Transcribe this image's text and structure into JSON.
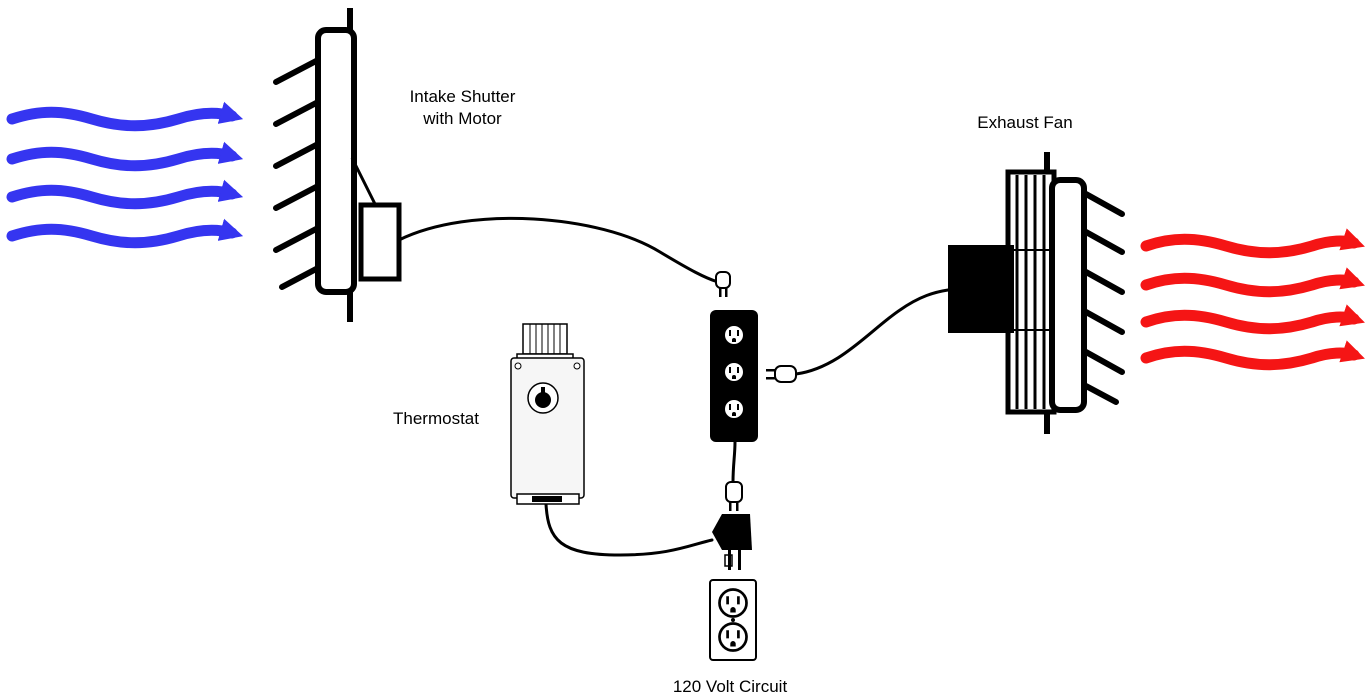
{
  "labels": {
    "intake_line1": "Intake Shutter",
    "intake_line2": "with Motor",
    "exhaust": "Exhaust Fan",
    "thermostat": "Thermostat",
    "circuit": "120 Volt Circuit"
  },
  "colors": {
    "intake_air": "#3535f0",
    "exhaust_air": "#f51515",
    "device": "#000000",
    "device_body": "#ffffff",
    "thermostat_body": "#f6f6f6"
  },
  "icons": {
    "intake_arrows": "wavy-arrow-icon",
    "exhaust_arrows": "wavy-arrow-icon",
    "outlet": "outlet-icon",
    "plug": "plug-icon"
  }
}
